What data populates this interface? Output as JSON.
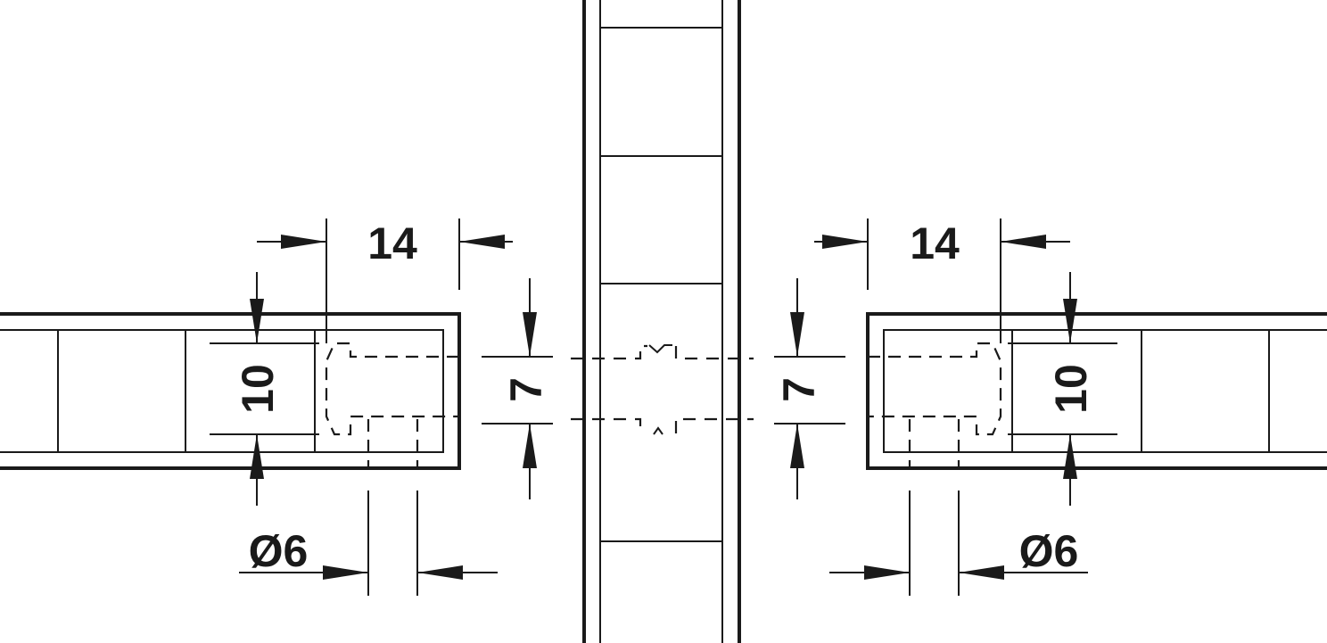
{
  "drawing": {
    "left_view": {
      "depth_label": "14",
      "head_diameter_label": "10",
      "offset_label": "7",
      "shank_diameter_label": "Ø6"
    },
    "right_view": {
      "depth_label": "14",
      "head_diameter_label": "10",
      "offset_label": "7",
      "shank_diameter_label": "Ø6"
    },
    "line_color": "#1a1a1a"
  }
}
